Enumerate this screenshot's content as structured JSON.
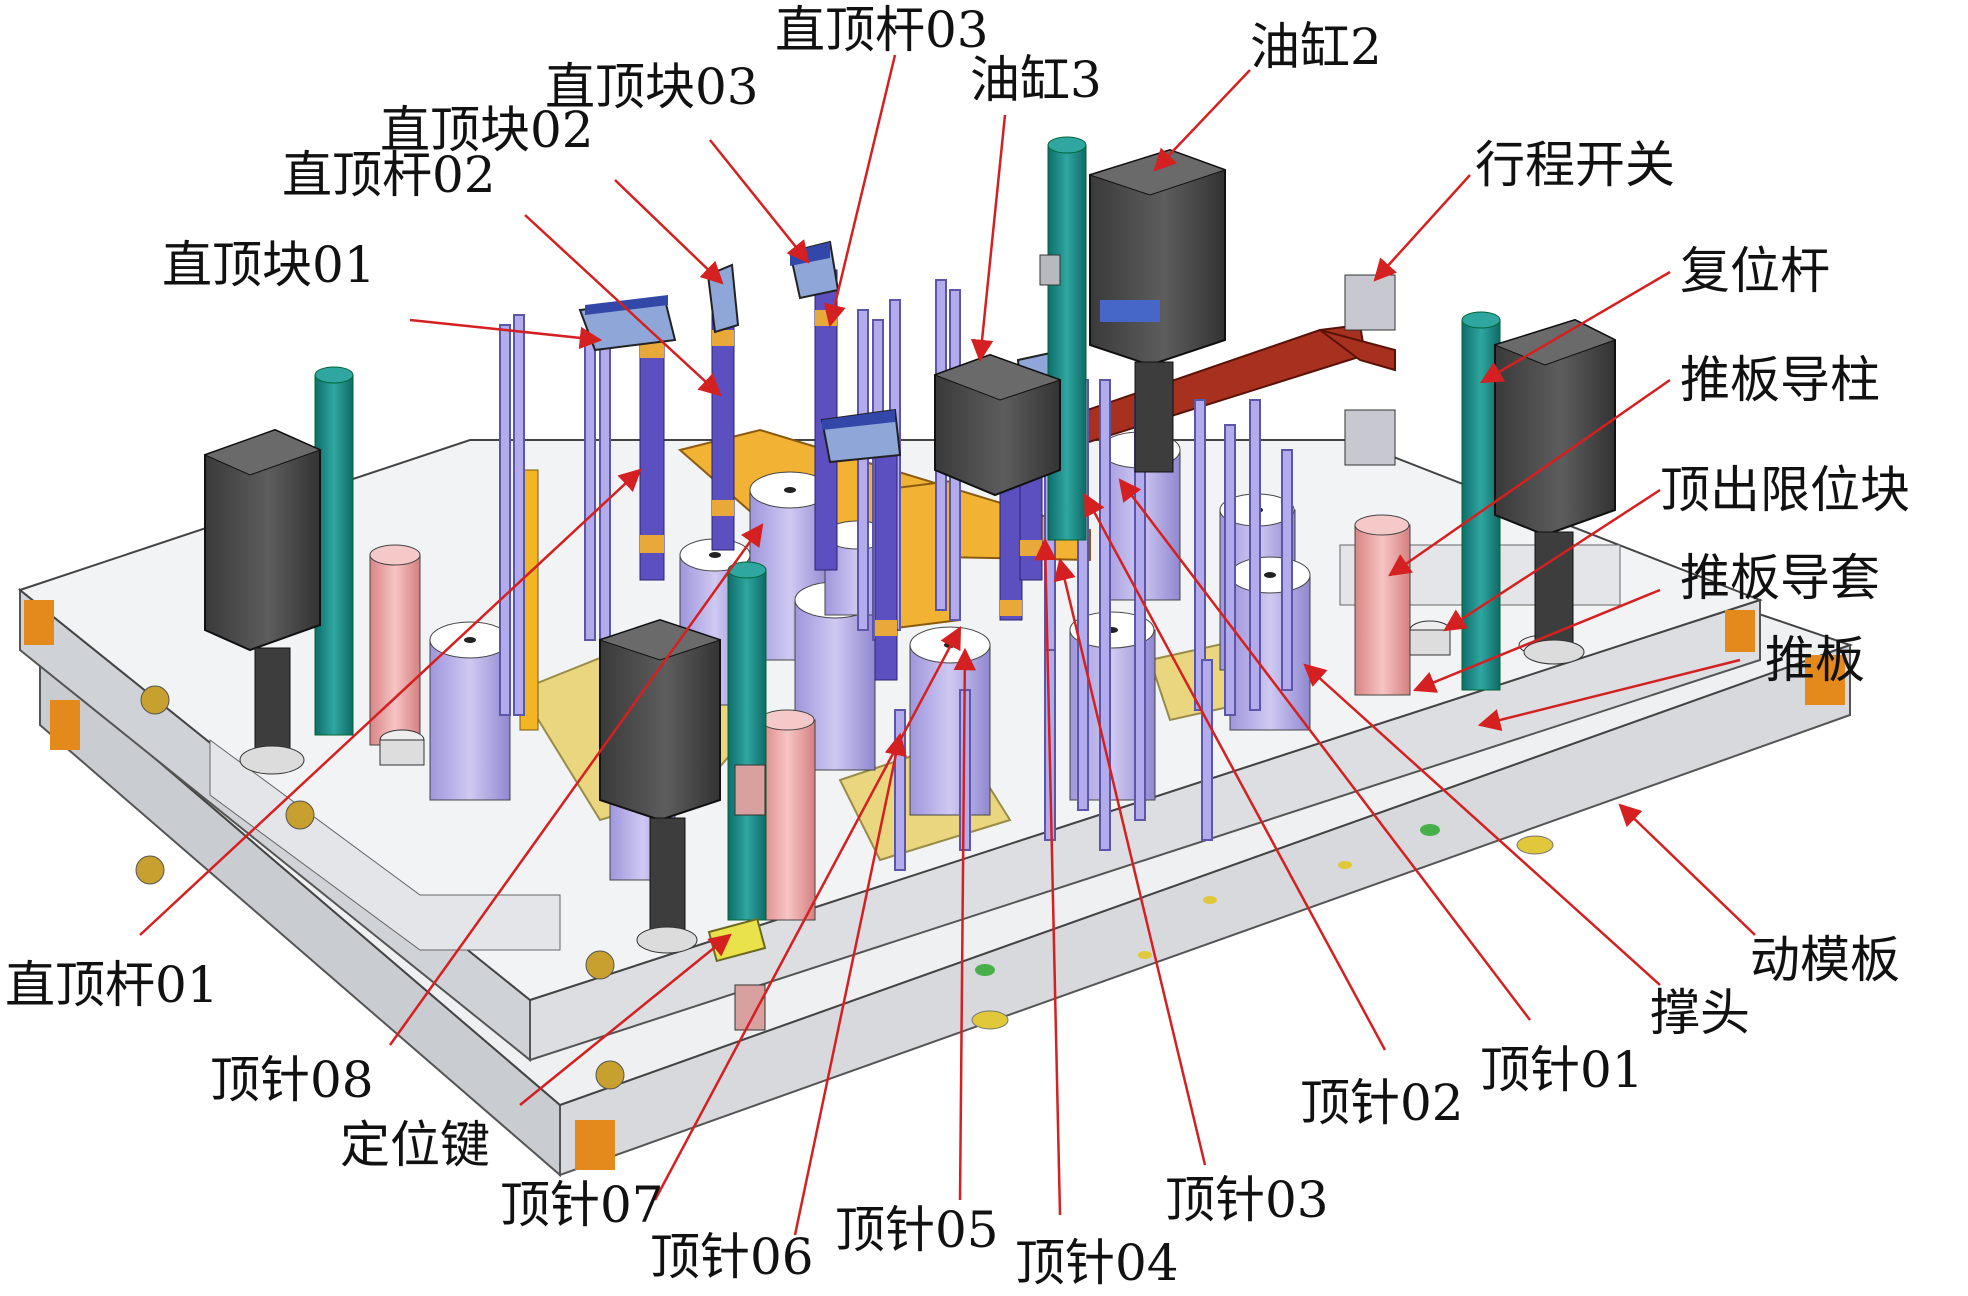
{
  "labels": {
    "zhidingganl03": "直顶杆03",
    "zhidingkuai03": "直顶块03",
    "zhidingkuai02": "直顶块02",
    "zhidinggan02": "直顶杆02",
    "zhidingkuai01": "直顶块01",
    "zhidinggan01": "直顶杆01",
    "yougang3": "油缸3",
    "yougang2": "油缸2",
    "xingchengkaiguan": "行程开关",
    "fuweigan": "复位杆",
    "tuibandaozhu": "推板导柱",
    "dingchuxianweikuai": "顶出限位块",
    "tuibandaotao": "推板导套",
    "tuiban": "推板",
    "dongmoban": "动模板",
    "chengtou": "撑头",
    "dingzhen01": "顶针01",
    "dingzhen02": "顶针02",
    "dingzhen03": "顶针03",
    "dingzhen04": "顶针04",
    "dingzhen05": "顶针05",
    "dingzhen06": "顶针06",
    "dingzhen07": "顶针07",
    "dingzhen08": "顶针08",
    "dingweijian": "定位键"
  },
  "colors": {
    "leader": "#d42020",
    "plate": "#eef0f2",
    "plate_edge": "#c9ccd1",
    "orange": "#e48a1c",
    "purple": "#b9b1e6",
    "purple_dark": "#8f86cc",
    "teal": "#1e8a86",
    "pink": "#eba3a3",
    "cylinder": "#4d4d4d",
    "yellow_bar": "#f3b524",
    "rail": "#a8301f",
    "gold_frame": "#e2a93a"
  }
}
